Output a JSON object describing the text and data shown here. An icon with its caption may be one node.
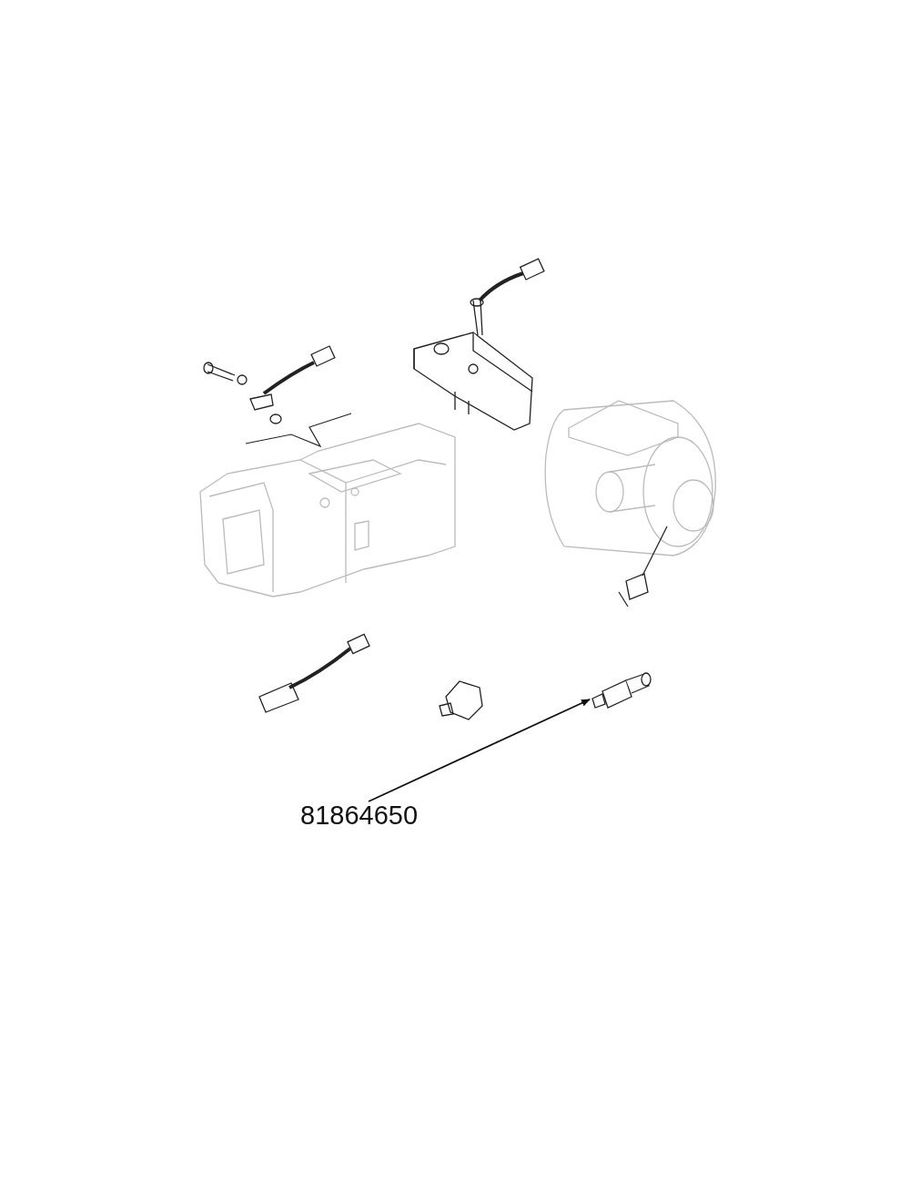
{
  "diagram": {
    "nodes": [
      {
        "text": [
          "81864650"
        ]
      },
      {
        "text": [],
        "shape": "picture"
      }
    ],
    "edges": [
      {
        "from": 0,
        "to": 1,
        "arrow": "to"
      }
    ]
  }
}
